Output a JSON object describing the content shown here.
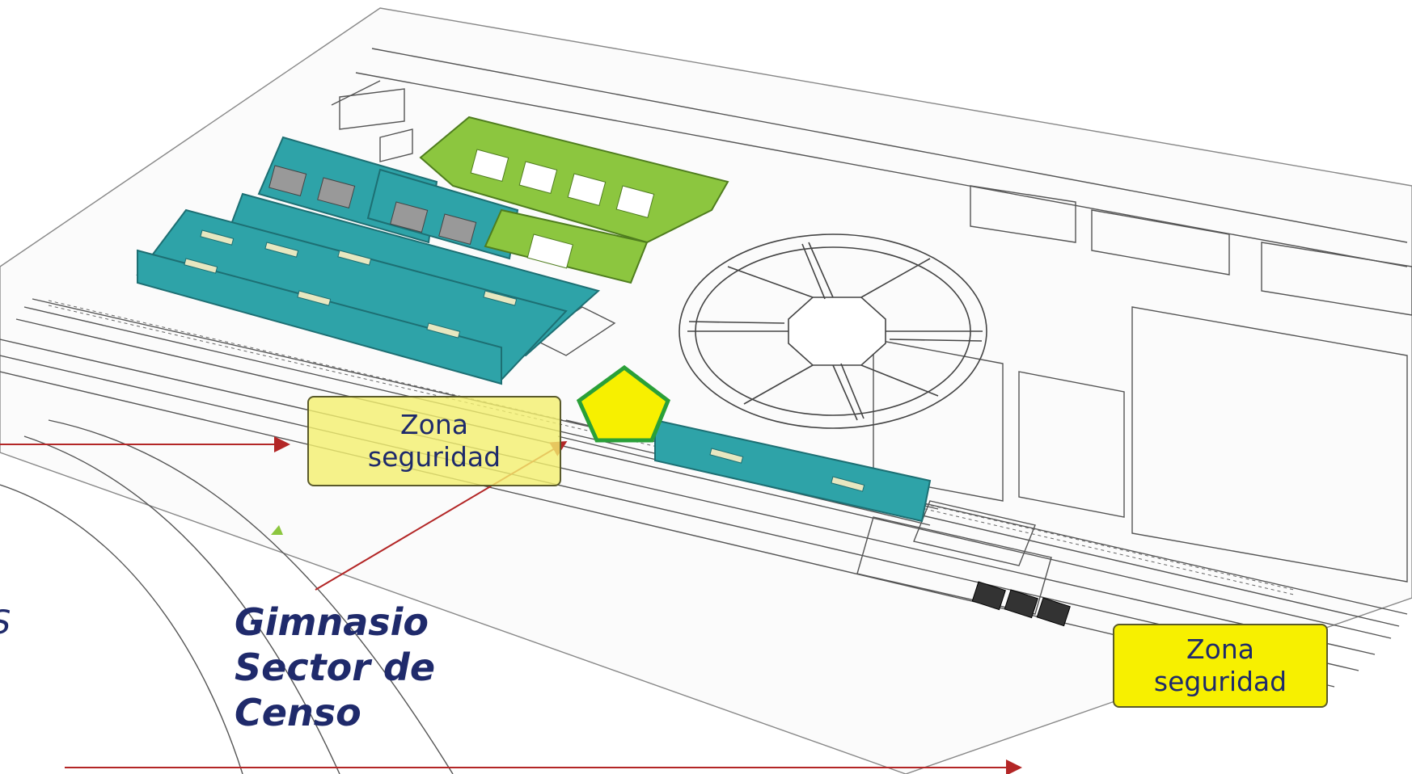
{
  "labels": {
    "zone_left": {
      "line1": "Zona",
      "line2": "seguridad"
    },
    "zone_right": {
      "line1": "Zona",
      "line2": "seguridad"
    }
  },
  "caption": {
    "line1": "Gimnasio",
    "line2": "Sector de",
    "line3": "Censo"
  },
  "edge_text": "S",
  "colors": {
    "teal_buildings": "#2ea3a8",
    "green_buildings": "#8cc63f",
    "pentagon_fill": "#f7f000",
    "pentagon_stroke": "#2aa038",
    "arrow": "#b32626",
    "label_text": "#1f2a6b"
  }
}
